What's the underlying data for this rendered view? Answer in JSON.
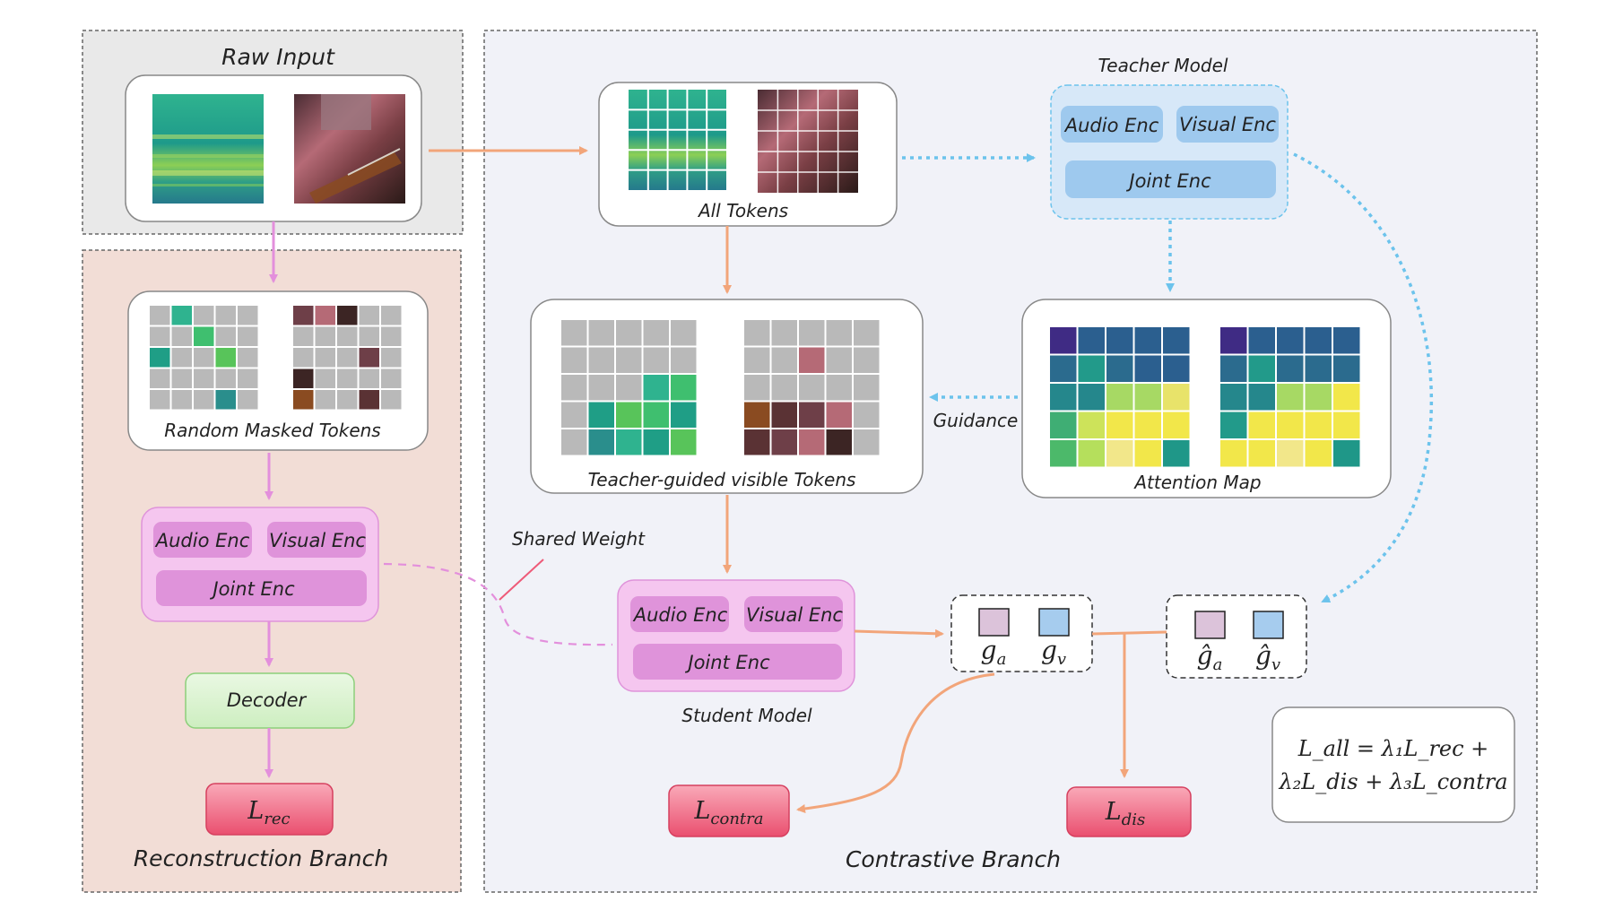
{
  "sections": {
    "raw_input": "Raw Input",
    "reconstruction": "Reconstruction Branch",
    "contrastive": "Contrastive Branch"
  },
  "labels": {
    "all_tokens": "All Tokens",
    "random_masked": "Random Masked Tokens",
    "teacher_guided": "Teacher-guided visible Tokens",
    "attention_map": "Attention Map",
    "guidance": "Guidance",
    "shared_weight": "Shared Weight",
    "teacher_model": "Teacher Model",
    "student_model": "Student Model",
    "decoder": "Decoder"
  },
  "encoders": {
    "audio": "Audio Enc",
    "visual": "Visual Enc",
    "joint": "Joint Enc"
  },
  "losses": {
    "rec": {
      "base": "L",
      "sub": "rec"
    },
    "contra": {
      "base": "L",
      "sub": "contra"
    },
    "dis": {
      "base": "L",
      "sub": "dis"
    }
  },
  "features": {
    "g_a": {
      "base": "g",
      "sub": "a"
    },
    "g_v": {
      "base": "g",
      "sub": "v"
    },
    "g_hat_a": {
      "base": "ĝ",
      "sub": "a"
    },
    "g_hat_v": {
      "base": "ĝ",
      "sub": "v"
    }
  },
  "formula": {
    "line1": "L_all = λ₁L_rec +",
    "line2": "λ₂L_dis + λ₃L_contra"
  },
  "colors": {
    "orange_arrow": "#f2a57a",
    "pink_arrow": "#e38fdc",
    "blue_dotted": "#6cc3ec",
    "recon_bg": "#f2ddd6",
    "raw_bg": "#e9e9e9",
    "contra_bg": "#f1f2f8",
    "pink_box": "#f5c6ef",
    "pink_pill": "#df93da",
    "blue_box": "#d7e8f8",
    "blue_pill": "#9ec9ee",
    "decoder_green": "#d8f1cf",
    "loss_red": "#ee5a78",
    "feat_pink": "#dcc3da",
    "feat_blue": "#a6ccee"
  }
}
